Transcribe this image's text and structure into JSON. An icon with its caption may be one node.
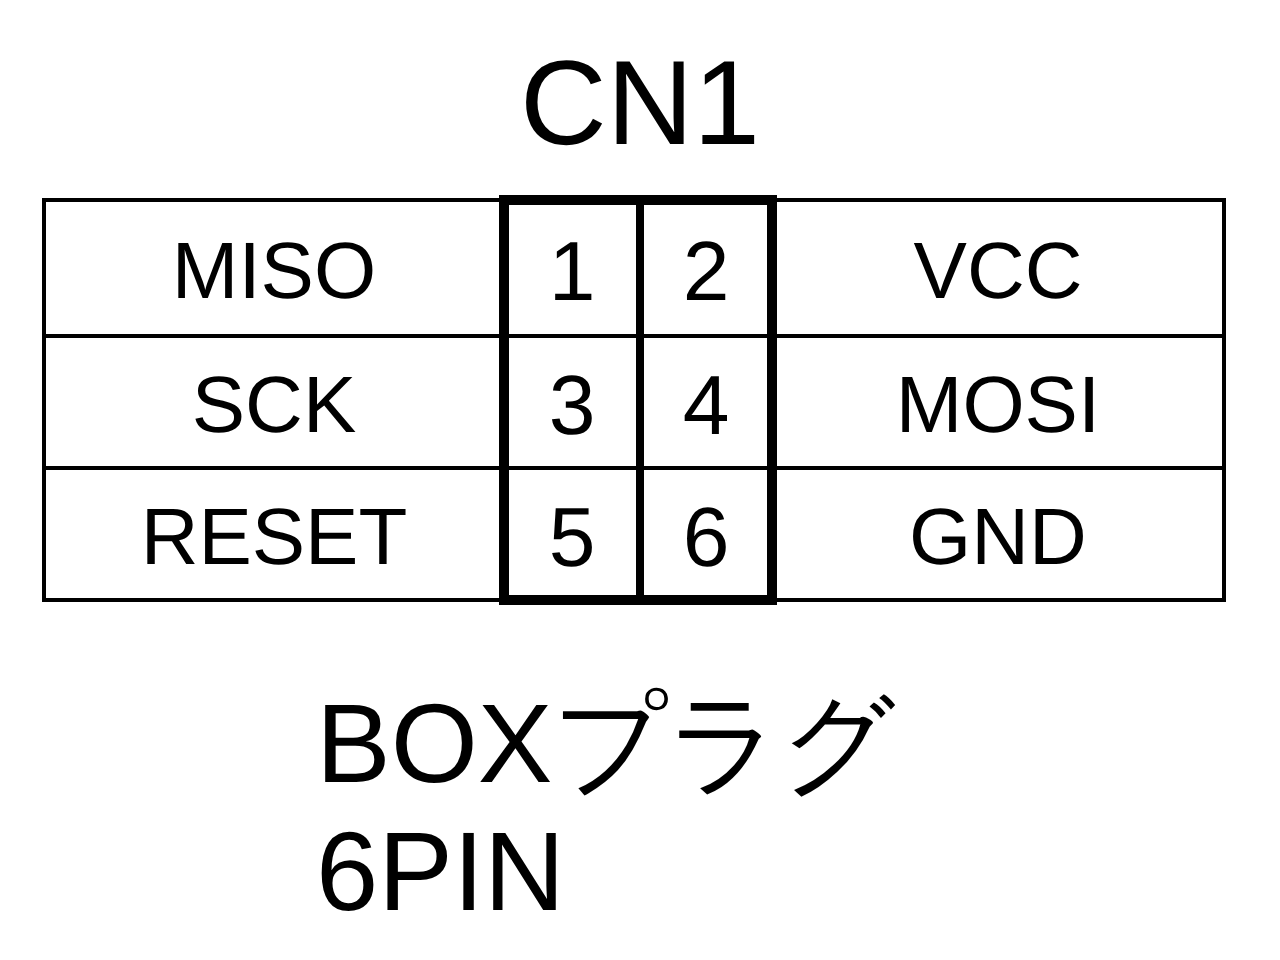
{
  "diagram": {
    "title": "CN1",
    "caption": "BOXプラグ 6PIN",
    "labels": [
      "MISO",
      "1",
      "2",
      "VCC",
      "SCK",
      "3",
      "4",
      "MOSI",
      "RESET",
      "5",
      "6",
      "GND"
    ]
  }
}
